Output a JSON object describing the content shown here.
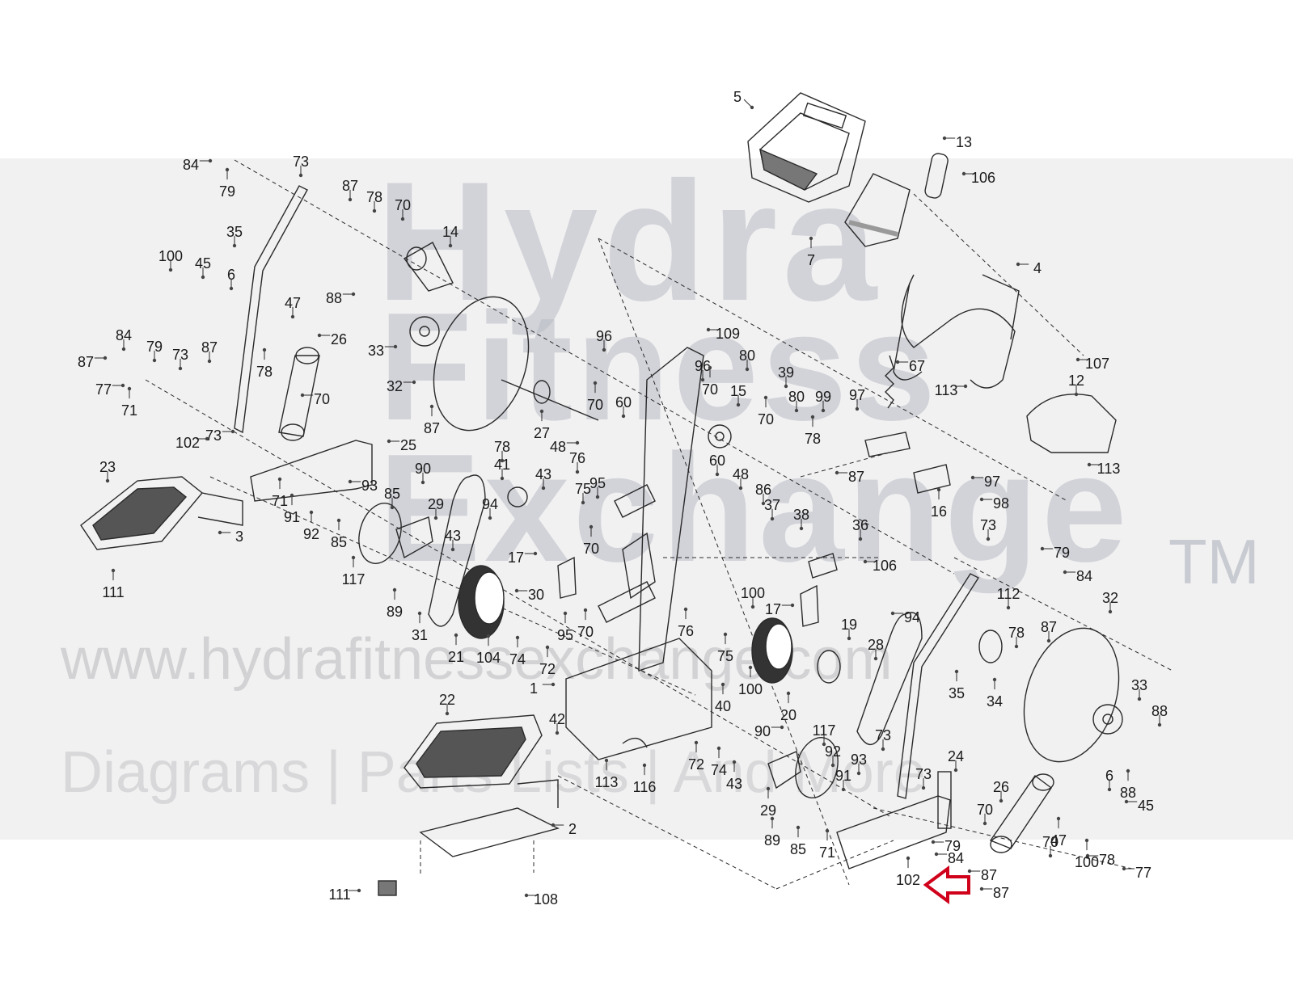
{
  "watermark": {
    "brand_line1": "Hydra",
    "brand_line2": "Fitness",
    "brand_line3": "Exchange",
    "trademark": "TM",
    "url": "www.hydrafitnessexchange.com",
    "tagline": "Diagrams | Parts Lists | And More"
  },
  "callouts": [
    {
      "n": "5",
      "dir": "se"
    },
    {
      "n": "13",
      "dir": "w"
    },
    {
      "n": "106",
      "dir": "w"
    },
    {
      "n": "84",
      "dir": "e"
    },
    {
      "n": "73",
      "dir": "s"
    },
    {
      "n": "79",
      "dir": "n"
    },
    {
      "n": "87",
      "dir": "s"
    },
    {
      "n": "78",
      "dir": "s"
    },
    {
      "n": "70",
      "dir": "s"
    },
    {
      "n": "14",
      "dir": "s"
    },
    {
      "n": "35",
      "dir": "s"
    },
    {
      "n": "7",
      "dir": "n"
    },
    {
      "n": "100",
      "dir": "s"
    },
    {
      "n": "45",
      "dir": "s"
    },
    {
      "n": "6",
      "dir": "s"
    },
    {
      "n": "4",
      "dir": "w"
    },
    {
      "n": "88",
      "dir": "e"
    },
    {
      "n": "47",
      "dir": "s"
    },
    {
      "n": "26",
      "dir": "w"
    },
    {
      "n": "33",
      "dir": "e"
    },
    {
      "n": "96",
      "dir": "s"
    },
    {
      "n": "109",
      "dir": "w"
    },
    {
      "n": "84",
      "dir": "s"
    },
    {
      "n": "79",
      "dir": "s"
    },
    {
      "n": "73",
      "dir": "s"
    },
    {
      "n": "87",
      "dir": "s"
    },
    {
      "n": "80",
      "dir": "s"
    },
    {
      "n": "107",
      "dir": "w"
    },
    {
      "n": "87",
      "dir": "e"
    },
    {
      "n": "78",
      "dir": "n"
    },
    {
      "n": "96",
      "dir": "s"
    },
    {
      "n": "67",
      "dir": "w"
    },
    {
      "n": "77",
      "dir": "e"
    },
    {
      "n": "32",
      "dir": "e"
    },
    {
      "n": "39",
      "dir": "s"
    },
    {
      "n": "70",
      "dir": "n"
    },
    {
      "n": "70",
      "dir": "w"
    },
    {
      "n": "71",
      "dir": "n"
    },
    {
      "n": "60",
      "dir": "s"
    },
    {
      "n": "15",
      "dir": "s"
    },
    {
      "n": "80",
      "dir": "s"
    },
    {
      "n": "99",
      "dir": "s"
    },
    {
      "n": "97",
      "dir": "s"
    },
    {
      "n": "113",
      "dir": "e"
    },
    {
      "n": "12",
      "dir": "s"
    },
    {
      "n": "70",
      "dir": "n"
    },
    {
      "n": "70",
      "dir": "n"
    },
    {
      "n": "27",
      "dir": "n"
    },
    {
      "n": "73",
      "dir": "e"
    },
    {
      "n": "87",
      "dir": "n"
    },
    {
      "n": "48",
      "dir": "e"
    },
    {
      "n": "102",
      "dir": "e"
    },
    {
      "n": "25",
      "dir": "w"
    },
    {
      "n": "78",
      "dir": "n"
    },
    {
      "n": "113",
      "dir": "w"
    },
    {
      "n": "23",
      "dir": "s"
    },
    {
      "n": "90",
      "dir": "s"
    },
    {
      "n": "41",
      "dir": "s"
    },
    {
      "n": "76",
      "dir": "s"
    },
    {
      "n": "78",
      "dir": "s"
    },
    {
      "n": "60",
      "dir": "s"
    },
    {
      "n": "43",
      "dir": "s"
    },
    {
      "n": "87",
      "dir": "w"
    },
    {
      "n": "97",
      "dir": "w"
    },
    {
      "n": "93",
      "dir": "w"
    },
    {
      "n": "48",
      "dir": "s"
    },
    {
      "n": "95",
      "dir": "s"
    },
    {
      "n": "75",
      "dir": "s"
    },
    {
      "n": "86",
      "dir": "s"
    },
    {
      "n": "71",
      "dir": "n"
    },
    {
      "n": "85",
      "dir": "s"
    },
    {
      "n": "29",
      "dir": "s"
    },
    {
      "n": "98",
      "dir": "w"
    },
    {
      "n": "94",
      "dir": "s"
    },
    {
      "n": "37",
      "dir": "s"
    },
    {
      "n": "16",
      "dir": "n"
    },
    {
      "n": "3",
      "dir": "w"
    },
    {
      "n": "91",
      "dir": "n"
    },
    {
      "n": "38",
      "dir": "s"
    },
    {
      "n": "92",
      "dir": "n"
    },
    {
      "n": "85",
      "dir": "n"
    },
    {
      "n": "43",
      "dir": "s"
    },
    {
      "n": "70",
      "dir": "n"
    },
    {
      "n": "36",
      "dir": "s"
    },
    {
      "n": "73",
      "dir": "s"
    },
    {
      "n": "79",
      "dir": "w"
    },
    {
      "n": "106",
      "dir": "w"
    },
    {
      "n": "17",
      "dir": "e"
    },
    {
      "n": "84",
      "dir": "w"
    },
    {
      "n": "117",
      "dir": "n"
    },
    {
      "n": "111",
      "dir": "n"
    },
    {
      "n": "30",
      "dir": "w"
    },
    {
      "n": "100",
      "dir": "s"
    },
    {
      "n": "112",
      "dir": "s"
    },
    {
      "n": "89",
      "dir": "n"
    },
    {
      "n": "17",
      "dir": "e"
    },
    {
      "n": "94",
      "dir": "w"
    },
    {
      "n": "32",
      "dir": "s"
    },
    {
      "n": "31",
      "dir": "n"
    },
    {
      "n": "76",
      "dir": "n"
    },
    {
      "n": "19",
      "dir": "s"
    },
    {
      "n": "78",
      "dir": "s"
    },
    {
      "n": "87",
      "dir": "s"
    },
    {
      "n": "95",
      "dir": "n"
    },
    {
      "n": "70",
      "dir": "n"
    },
    {
      "n": "28",
      "dir": "s"
    },
    {
      "n": "21",
      "dir": "n"
    },
    {
      "n": "104",
      "dir": "n"
    },
    {
      "n": "74",
      "dir": "n"
    },
    {
      "n": "75",
      "dir": "n"
    },
    {
      "n": "72",
      "dir": "n"
    },
    {
      "n": "1",
      "dir": "e"
    },
    {
      "n": "100",
      "dir": "n"
    },
    {
      "n": "33",
      "dir": "s"
    },
    {
      "n": "35",
      "dir": "n"
    },
    {
      "n": "34",
      "dir": "n"
    },
    {
      "n": "88",
      "dir": "s"
    },
    {
      "n": "20",
      "dir": "n"
    },
    {
      "n": "40",
      "dir": "n"
    },
    {
      "n": "22",
      "dir": "s"
    },
    {
      "n": "42",
      "dir": "s"
    },
    {
      "n": "90",
      "dir": "e"
    },
    {
      "n": "117",
      "dir": "s"
    },
    {
      "n": "73",
      "dir": "s"
    },
    {
      "n": "24",
      "dir": "s"
    },
    {
      "n": "92",
      "dir": "s"
    },
    {
      "n": "93",
      "dir": "s"
    },
    {
      "n": "72",
      "dir": "n"
    },
    {
      "n": "74",
      "dir": "n"
    },
    {
      "n": "73",
      "dir": "s"
    },
    {
      "n": "6",
      "dir": "s"
    },
    {
      "n": "91",
      "dir": "s"
    },
    {
      "n": "88",
      "dir": "n"
    },
    {
      "n": "113",
      "dir": "n"
    },
    {
      "n": "116",
      "dir": "n"
    },
    {
      "n": "43",
      "dir": "n"
    },
    {
      "n": "26",
      "dir": "s"
    },
    {
      "n": "45",
      "dir": "w"
    },
    {
      "n": "29",
      "dir": "n"
    },
    {
      "n": "70",
      "dir": "s"
    },
    {
      "n": "2",
      "dir": "w"
    },
    {
      "n": "89",
      "dir": "n"
    },
    {
      "n": "85",
      "dir": "n"
    },
    {
      "n": "71",
      "dir": "n"
    },
    {
      "n": "79",
      "dir": "w"
    },
    {
      "n": "70",
      "dir": "s"
    },
    {
      "n": "47",
      "dir": "n"
    },
    {
      "n": "84",
      "dir": "w"
    },
    {
      "n": "78",
      "dir": "w"
    },
    {
      "n": "100",
      "dir": "n"
    },
    {
      "n": "77",
      "dir": "w"
    },
    {
      "n": "87",
      "dir": "w"
    },
    {
      "n": "102",
      "dir": "n"
    },
    {
      "n": "87",
      "dir": "w"
    },
    {
      "n": "111",
      "dir": "e"
    },
    {
      "n": "108",
      "dir": "w"
    }
  ],
  "colors": {
    "line": "#2a2a2a",
    "label": "#1a1a1a",
    "highlight_arrow": "#d0021b",
    "watermark": "#b9bcc6"
  }
}
